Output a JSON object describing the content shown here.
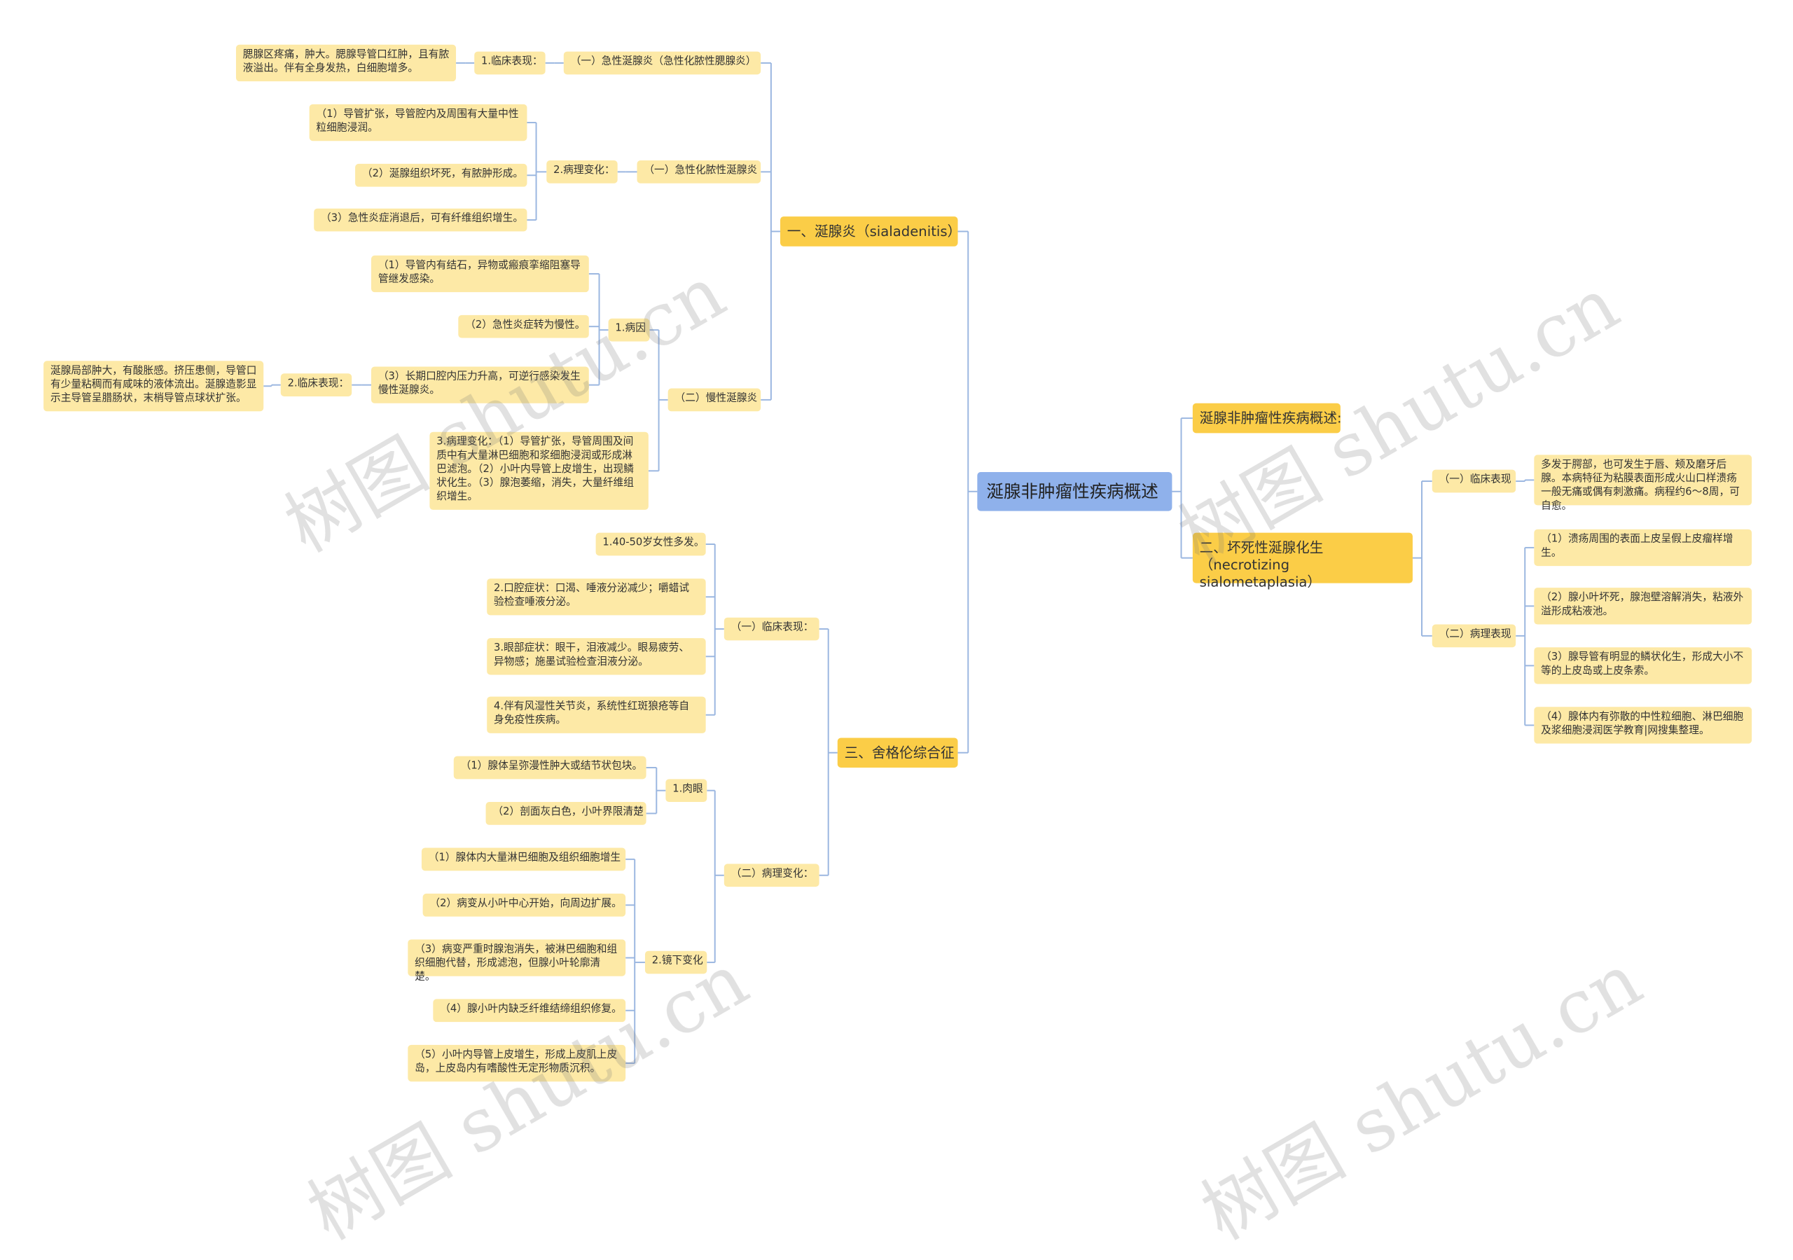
{
  "root": "涎腺非肿瘤性疾病概述",
  "watermark": "树图 shutu.cn",
  "nodes": {
    "b1": "一、涎腺炎（sialadenitis）",
    "b1a": "（一）急性涎腺炎（急性化脓性腮腺炎）",
    "b1a1": "1.临床表现：",
    "b1a1x": "腮腺区疼痛，肿大。腮腺导管口红肿，且有脓液溢出。伴有全身发热，白细胞增多。",
    "b1b": "（一）急性化脓性涎腺炎",
    "b1b2": "2.病理变化：",
    "b1b2a": "（1）导管扩张，导管腔内及周围有大量中性粒细胞浸润。",
    "b1b2b": "（2）涎腺组织坏死，有脓肿形成。",
    "b1b2c": "（3）急性炎症消退后，可有纤维组织增生。",
    "b1c": "（二）慢性涎腺炎",
    "b1c1": "1.病因",
    "b1c1a": "（1）导管内有结石，异物或瘢痕挛缩阻塞导管继发感染。",
    "b1c1b": "（2）急性炎症转为慢性。",
    "b1c1c": "（3）长期口腔内压力升高，可逆行感染发生慢性涎腺炎。",
    "b1c1c2": "2.临床表现：",
    "b1c1c2x": "涎腺局部肿大，有酸胀感。挤压患侧，导管口有少量粘稠而有咸味的液体流出。涎腺造影显示主导管呈腊肠状，末梢导管点球状扩张。",
    "b1c3": "3.病理变化：（1）导管扩张，导管周围及间质中有大量淋巴细胞和浆细胞浸润或形成淋巴滤泡。（2）小叶内导管上皮增生，出现鳞状化生。（3）腺泡萎缩，消失，大量纤维组织增生。",
    "b3": "三、舍格伦综合征",
    "b3a": "（一）临床表现：",
    "b3a1": "1.40-50岁女性多发。",
    "b3a2": "2.口腔症状：口渴、唾液分泌减少；嚼蜡试验检查唾液分泌。",
    "b3a3": "3.眼部症状：眼干，泪液减少。眼易疲劳、异物感；施墨试验检查泪液分泌。",
    "b3a4": "4.伴有风湿性关节炎，系统性红斑狼疮等自身免疫性疾病。",
    "b3b": "（二）病理变化：",
    "b3b1": "1.肉眼",
    "b3b1a": "（1）腺体呈弥漫性肿大或结节状包块。",
    "b3b1b": "（2）剖面灰白色，小叶界限清楚",
    "b3b2": "2.镜下变化",
    "b3b2a": "（1）腺体内大量淋巴细胞及组织细胞增生",
    "b3b2b": "（2）病变从小叶中心开始，向周边扩展。",
    "b3b2c": "（3）病变严重时腺泡消失，被淋巴细胞和组织细胞代替，形成滤泡，但腺小叶轮廓清楚。",
    "b3b2d": "（4）腺小叶内缺乏纤维结缔组织修复。",
    "b3b2e": "（5）小叶内导管上皮增生，形成上皮肌上皮岛，上皮岛内有嗜酸性无定形物质沉积。",
    "r1": "涎腺非肿瘤性疾病概述:",
    "r2": "二、坏死性涎腺化生（necrotizing sialometaplasia）",
    "r2a": "（一）临床表现",
    "r2ax": "多发于腭部，也可发生于唇、颊及磨牙后腺。本病特征为粘膜表面形成火山口样溃疡一般无痛或偶有刺激痛。病程约6～8周，可自愈。",
    "r2b": "（二）病理表现",
    "r2b1": "（1）溃疡周围的表面上皮呈假上皮瘤样增生。",
    "r2b2": "（2）腺小叶坏死，腺泡壁溶解消失，粘液外溢形成粘液池。",
    "r2b3": "（3）腺导管有明显的鳞状化生，形成大小不等的上皮岛或上皮条索。",
    "r2b4": "（4）腺体内有弥散的中性粒细胞、淋巴细胞及浆细胞浸润医学教育|网搜集整理。"
  }
}
